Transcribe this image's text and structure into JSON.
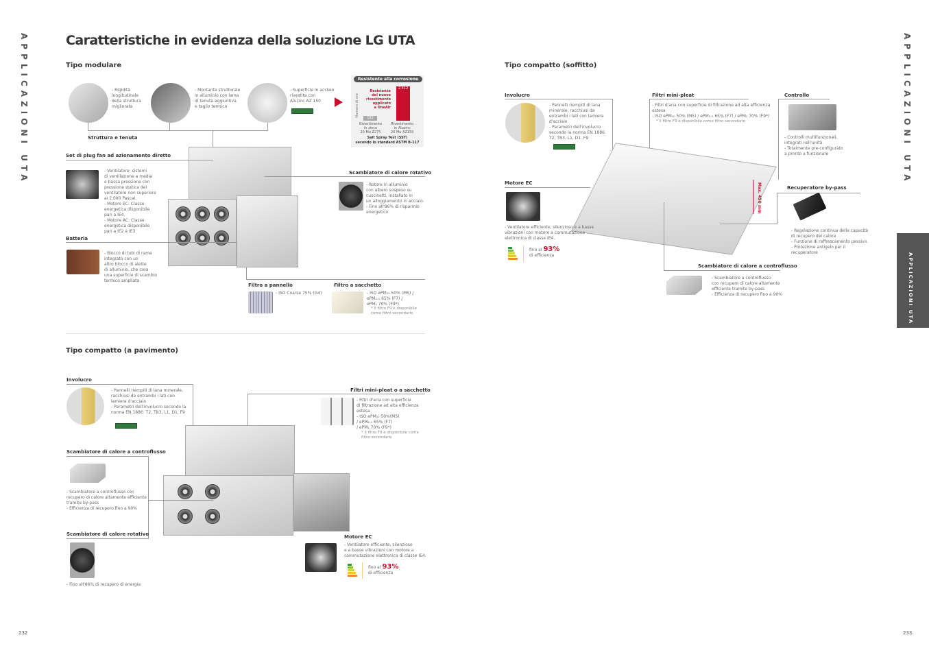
{
  "title": "Caratteristiche in evidenza della soluzione LG UTA",
  "side_label": "APPLICAZIONI UTA",
  "tab_label": "APPLICAZIONI UTA",
  "pages": {
    "left": "232",
    "right": "233"
  },
  "modular": {
    "heading": "Tipo modulare",
    "structure_label": "Struttura e tenuta",
    "feature1": [
      "- Rigidità",
      "longitudinale",
      "della struttura",
      "migliorata"
    ],
    "feature2": [
      "- Montante strutturale",
      "in alluminio con lama",
      "di tenuta aggiuntiva",
      "e taglio termico"
    ],
    "feature3": [
      "- Superficie in acciaio",
      "rivestita con",
      "Aluzinc AZ 150"
    ],
    "corrosion": {
      "title": "Resistente alla corrosione",
      "ylabel": "Numero di ore",
      "annotation": [
        "Resistenza",
        "del nuovo",
        "rivestimento",
        "applicato",
        "a OneAir"
      ],
      "bar1_value": "192",
      "bar2_value": "2.412",
      "bar1_label": [
        "Rivestimento",
        "in zinco",
        "20 Mu Z275"
      ],
      "bar2_label": [
        "Rivestimento",
        "in Aluzinc",
        "20 Mu AZ150"
      ],
      "caption": [
        "Salt Spray Test (SST)",
        "secondo lo standard ASTM B-117"
      ],
      "values": [
        192,
        2412
      ]
    },
    "plugfan": {
      "label": "Set di plug fan ad azionamento diretto",
      "text": [
        "- Ventilatore: sistemi",
        "di ventilazione a media",
        "e bassa pressione con",
        "pressione statica del",
        "ventilatore non superiore",
        "ai 2.000 Pascal.",
        "- Motore EC: Classe",
        "energetica disponibile",
        "pari a IE4.",
        "- Motore AC: Classe",
        "energetica disponibile",
        "pari a IE2 e IE3"
      ]
    },
    "battery": {
      "label": "Batteria",
      "text": [
        "- Blocco di tubi di rame",
        "integrato con un",
        "altro blocco di alette",
        "di alluminio, che crea",
        "una superficie di scambio",
        "termico ampliata."
      ]
    },
    "rotary": {
      "label": "Scambiatore di calore rotativo",
      "text": [
        "- Rotore in alluminio",
        "con albero sospeso su",
        "cuscinetti, installato in",
        "un alloggiamento in acciaio.",
        "- Fino all'86% di risparmio",
        "energetico"
      ]
    },
    "panel_filter": {
      "label": "Filtro a pannello",
      "text": "- ISO Coarse 75% (G4)"
    },
    "bag_filter": {
      "label": "Filtro a sacchetto",
      "text": [
        "- ISO ePM₁₀ 50% (M5) /",
        "ePM₂.₅ 65% (F7) /",
        "ePM₁ 70% (F9*)"
      ],
      "note": [
        "* Il filtro F9 è disponibile",
        "come filtro secondario"
      ]
    }
  },
  "floor": {
    "heading": "Tipo compatto (a pavimento)",
    "casing": {
      "label": "Involucro",
      "text": [
        "- Pannelli riempiti di lana minerale,",
        "racchiusi da entrambi i lati con",
        "lamiera d'acciaio",
        "- Parametri dell'involucro secondo la",
        "norma EN 1886: T2, TB3, L1, D1, F9"
      ]
    },
    "filters": {
      "label": "Filtri mini-pleat o a sacchetto",
      "text": [
        "- Filtri d'aria con superficie",
        "di filtrazione ad alta efficienza",
        "estesa",
        "- ISO ePM₁₀ 50%(M5)",
        "/ ePM₂.₅ 65% (F7)",
        "/ ePM₁ 70% (F9*)"
      ],
      "note": [
        "* Il filtro F9 è disponibile come",
        "filtro secondario"
      ]
    },
    "counterflow": {
      "label": "Scambiatore di calore a controflusso",
      "text": [
        "- Scambiatore a controflusso con",
        "recupero di calore altamente efficiente",
        "tramite by-pass",
        "- Efficienza di recupero fino a 90%"
      ]
    },
    "rotary": {
      "label": "Scambiatore di calore rotativo",
      "text": "- Fino all'86% di recupero di energia"
    },
    "motor": {
      "label": "Motore EC",
      "text": [
        "- Ventilatore efficiente, silenzioso",
        "e a basse vibrazioni con motore a",
        "commutazione elettronica di classe IE4."
      ],
      "eff_prefix": "fino al",
      "eff_value": "93%",
      "eff_suffix": "di efficienza"
    }
  },
  "ceiling": {
    "heading": "Tipo compatto (soffitto)",
    "casing": {
      "label": "Involucro",
      "text": [
        "- Pannelli riempiti di lana",
        "minerale, racchiusi da",
        "entrambi i lati con lamiera",
        "d'acciaio",
        "- Parametri dell'involucro",
        "secondo la norma EN 1886:",
        "T2, TB3, L1, D1, F9"
      ]
    },
    "filters": {
      "label": "Filtri mini-pleat",
      "text": [
        "- Filtri d'aria con superficie di filtrazione ad alta efficienza",
        "estesa",
        "- ISO ePM₁₀ 50% (M5) / ePM₂.₅ 65% (F7) / ePM₁ 70% (F9*)"
      ],
      "note": "* Il filtro F9 è disponibile come filtro secondario"
    },
    "control": {
      "label": "Controllo",
      "text": [
        "- Controlli multifunzionali,",
        "integrati nell'unità",
        "- Totalmente pre-configurato",
        "a pronto a funzionare"
      ]
    },
    "motor": {
      "label": "Motore EC",
      "text": [
        "- Ventilatore efficiente, silenzioso e a basse",
        "vibrazioni con motore a commutazione",
        "elettronica di classe IE4."
      ],
      "eff_prefix": "fino al",
      "eff_value": "93%",
      "eff_suffix": "di efficienza"
    },
    "height": "Max. 490 mm",
    "bypass": {
      "label": "Recuperatore by-pass",
      "text": [
        "- Regolazione continua della capacità",
        "di recupero del calore",
        "- Funzione di raffrescamento passivo.",
        "- Protezione antigelo per il",
        "recuperatore"
      ]
    },
    "counterflow": {
      "label": "Scambiatore di calore a controflusso",
      "text": [
        "- Scambiatore a controflusso",
        "con recupero di calore altamente",
        "efficiente tramite by-pass",
        "- Efficienza di recupero fino a 90%"
      ]
    }
  },
  "colors": {
    "accent": "#c8102e",
    "tab": "#555555"
  }
}
